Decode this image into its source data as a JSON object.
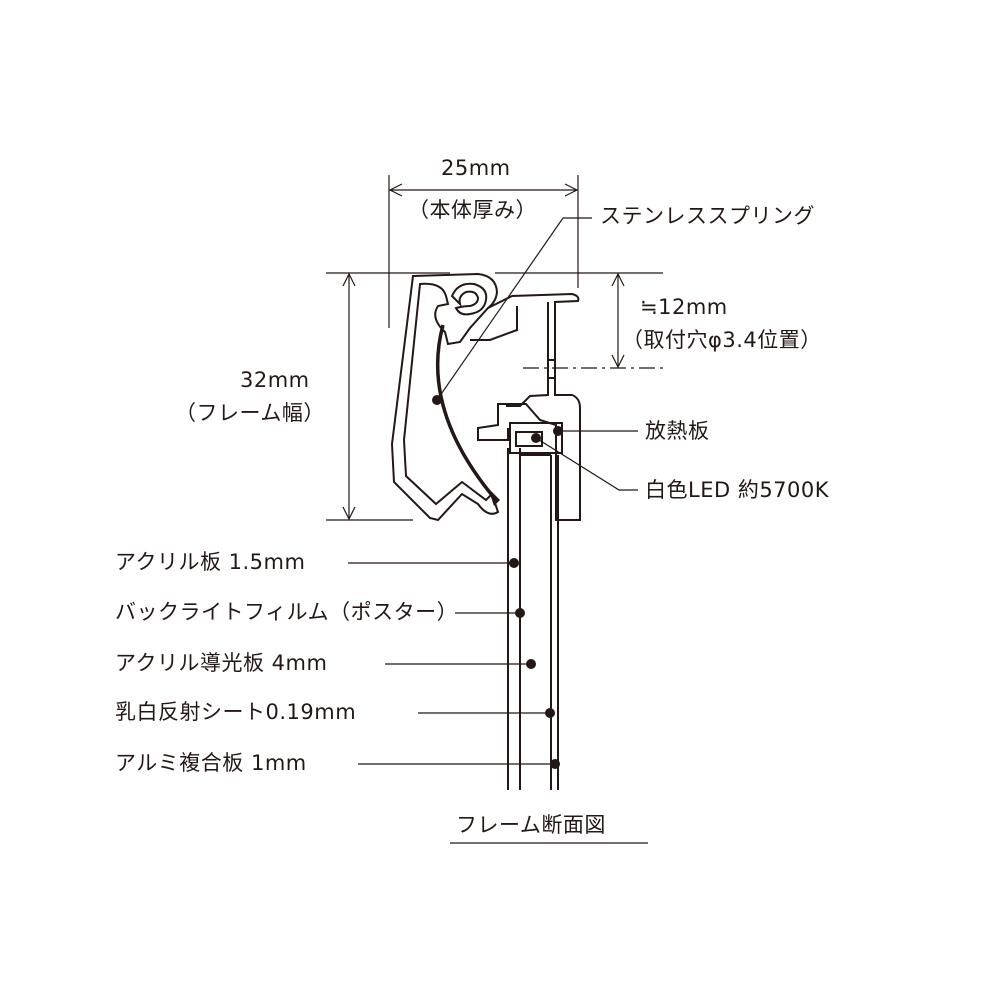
{
  "dimensions": {
    "width_value": "25mm",
    "width_note": "（本体厚み）",
    "height_value": "32mm",
    "height_note": "（フレーム幅）",
    "hole_value": "≒12mm",
    "hole_note": "（取付穴φ3.4位置）"
  },
  "callouts": {
    "spring": "ステンレススプリング",
    "heatsink": "放熱板",
    "led": "白色LED 約5700K"
  },
  "layers": [
    "アクリル板 1.5mm",
    "バックライトフィルム（ポスター）",
    "アクリル導光板 4mm",
    "乳白反射シート0.19mm",
    "アルミ複合板 1mm"
  ],
  "caption": "フレーム断面図",
  "colors": {
    "ink": "#231815",
    "background": "#ffffff"
  }
}
